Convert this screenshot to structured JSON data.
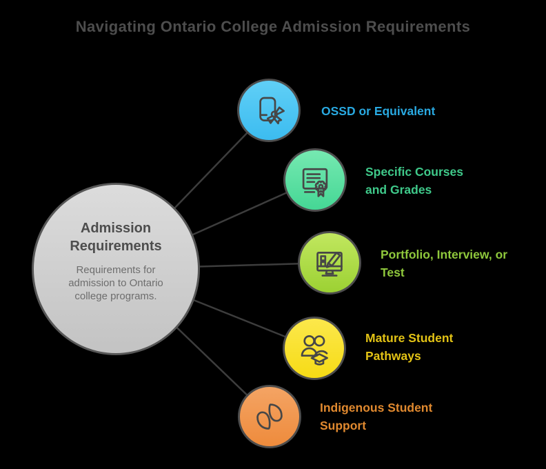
{
  "title": "Navigating Ontario College Admission Requirements",
  "title_color": "#4d4d4d",
  "background_color": "#000000",
  "connector_color": "#3d3d3d",
  "center_node": {
    "heading": "Admission Requirements",
    "description": "Requirements for admission to Ontario college programs.",
    "fill_top": "#dcdcdc",
    "fill_bottom": "#c3c3c3",
    "border_color": "#575757",
    "heading_color": "#4d4d4d",
    "description_color": "#6d6d6d"
  },
  "nodes": [
    {
      "label": "OSSD or Equivalent",
      "icon": "phone-award-icon",
      "circle_top": "#60cff6",
      "circle_bottom": "#3cbcf0",
      "label_color": "#29a9e1"
    },
    {
      "label": "Specific Courses and Grades",
      "icon": "certificate-award-icon",
      "circle_top": "#76e9b1",
      "circle_bottom": "#45d795",
      "label_color": "#3fc98a"
    },
    {
      "label": "Portfolio, Interview, or Test",
      "icon": "monitor-pencil-icon",
      "circle_top": "#c1e75f",
      "circle_bottom": "#9cd133",
      "label_color": "#8fc83c"
    },
    {
      "label": "Mature Student Pathways",
      "icon": "students-gradcap-icon",
      "circle_top": "#fce84c",
      "circle_bottom": "#f6db15",
      "label_color": "#e3c315"
    },
    {
      "label": "Indigenous Student Support",
      "icon": "leaf-s-icon",
      "circle_top": "#f4a464",
      "circle_bottom": "#ee8b3c",
      "label_color": "#e0892f"
    }
  ]
}
